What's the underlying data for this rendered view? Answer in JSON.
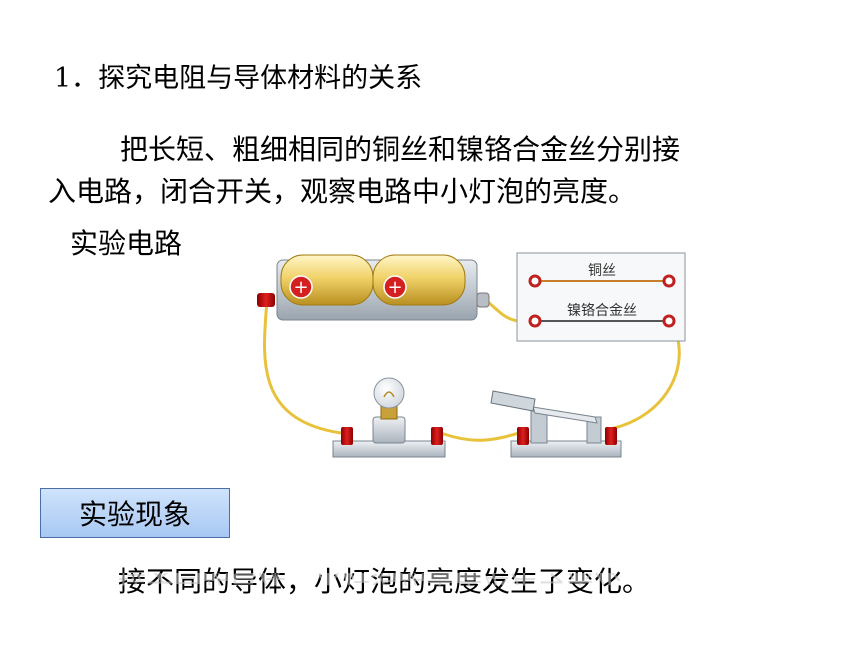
{
  "title": "1．探究电阻与导体材料的关系",
  "paragraph": {
    "line1": "把长短、粗细相同的铜丝和镍铬合金丝分别接",
    "line2": "入电路，闭合开关，观察电路中小灯泡的亮度。"
  },
  "circuit_label": "实验电路",
  "diagram": {
    "copper_wire_label": "铜丝",
    "nichrome_wire_label": "镍铬合金丝",
    "battery_symbol": "+"
  },
  "phenomenon_button": "实验现象",
  "result_text": "接不同的导体，小灯泡的亮度发生了变化。"
}
